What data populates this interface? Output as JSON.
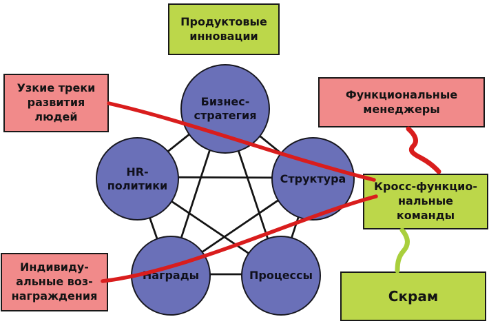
{
  "diagram": {
    "title": "Star model / agile transformation diagram",
    "nodes": [
      {
        "id": "business-strategy",
        "label": "Бизнес-\nстратегия"
      },
      {
        "id": "hr-policies",
        "label": "HR-\nполитики"
      },
      {
        "id": "structure",
        "label": "Структура"
      },
      {
        "id": "rewards",
        "label": "Награды"
      },
      {
        "id": "processes",
        "label": "Процессы"
      }
    ],
    "callouts": [
      {
        "id": "product-innovations",
        "label": "Продуктовые\nинновации",
        "color": "green"
      },
      {
        "id": "narrow-tracks",
        "label": "Узкие треки\nразвития\nлюдей",
        "color": "pink"
      },
      {
        "id": "functional-managers",
        "label": "Функциональные\nменеджеры",
        "color": "pink"
      },
      {
        "id": "cross-functional-teams",
        "label": "Кросс-функцио-\nнальные\nкоманды",
        "color": "green"
      },
      {
        "id": "individual-rewards",
        "label": "Индивиду-\nальные воз-\nнаграждения",
        "color": "pink"
      },
      {
        "id": "scrum",
        "label": "Скрам",
        "color": "green"
      }
    ],
    "colors": {
      "node_fill": "#6a70b8",
      "green_box": "#bcd74a",
      "pink_box": "#f18a8a",
      "edge_line": "#141414",
      "red_connector": "#d91d1d",
      "green_connector": "#a9cf3d"
    }
  }
}
